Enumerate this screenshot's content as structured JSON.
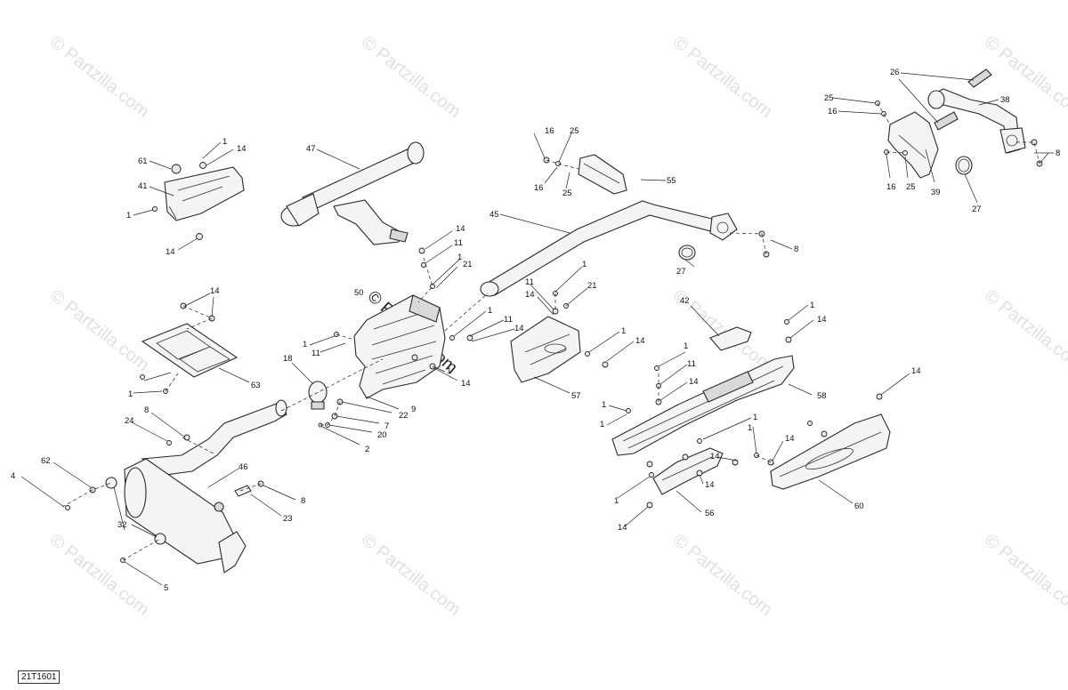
{
  "diagram": {
    "reference_code": "21T1601",
    "watermark_text": "© Partzilla.com",
    "callouts": {
      "c1": "1",
      "c2": "2",
      "c4": "4",
      "c5": "5",
      "c8": "8",
      "c9": "9",
      "c11": "11",
      "c14": "14",
      "c16": "16",
      "c18": "18",
      "c20": "20",
      "c21": "21",
      "c22": "22",
      "c23": "23",
      "c24": "24",
      "c25": "25",
      "c26": "26",
      "c27": "27",
      "c32": "32",
      "c38": "38",
      "c39": "39",
      "c41": "41",
      "c42": "42",
      "c45": "45",
      "c46": "46",
      "c47": "47",
      "c50": "50",
      "c55": "55",
      "c56": "56",
      "c57": "57",
      "c58": "58",
      "c60": "60",
      "c61": "61",
      "c62": "62",
      "c63": "63",
      "c7": "7"
    }
  }
}
